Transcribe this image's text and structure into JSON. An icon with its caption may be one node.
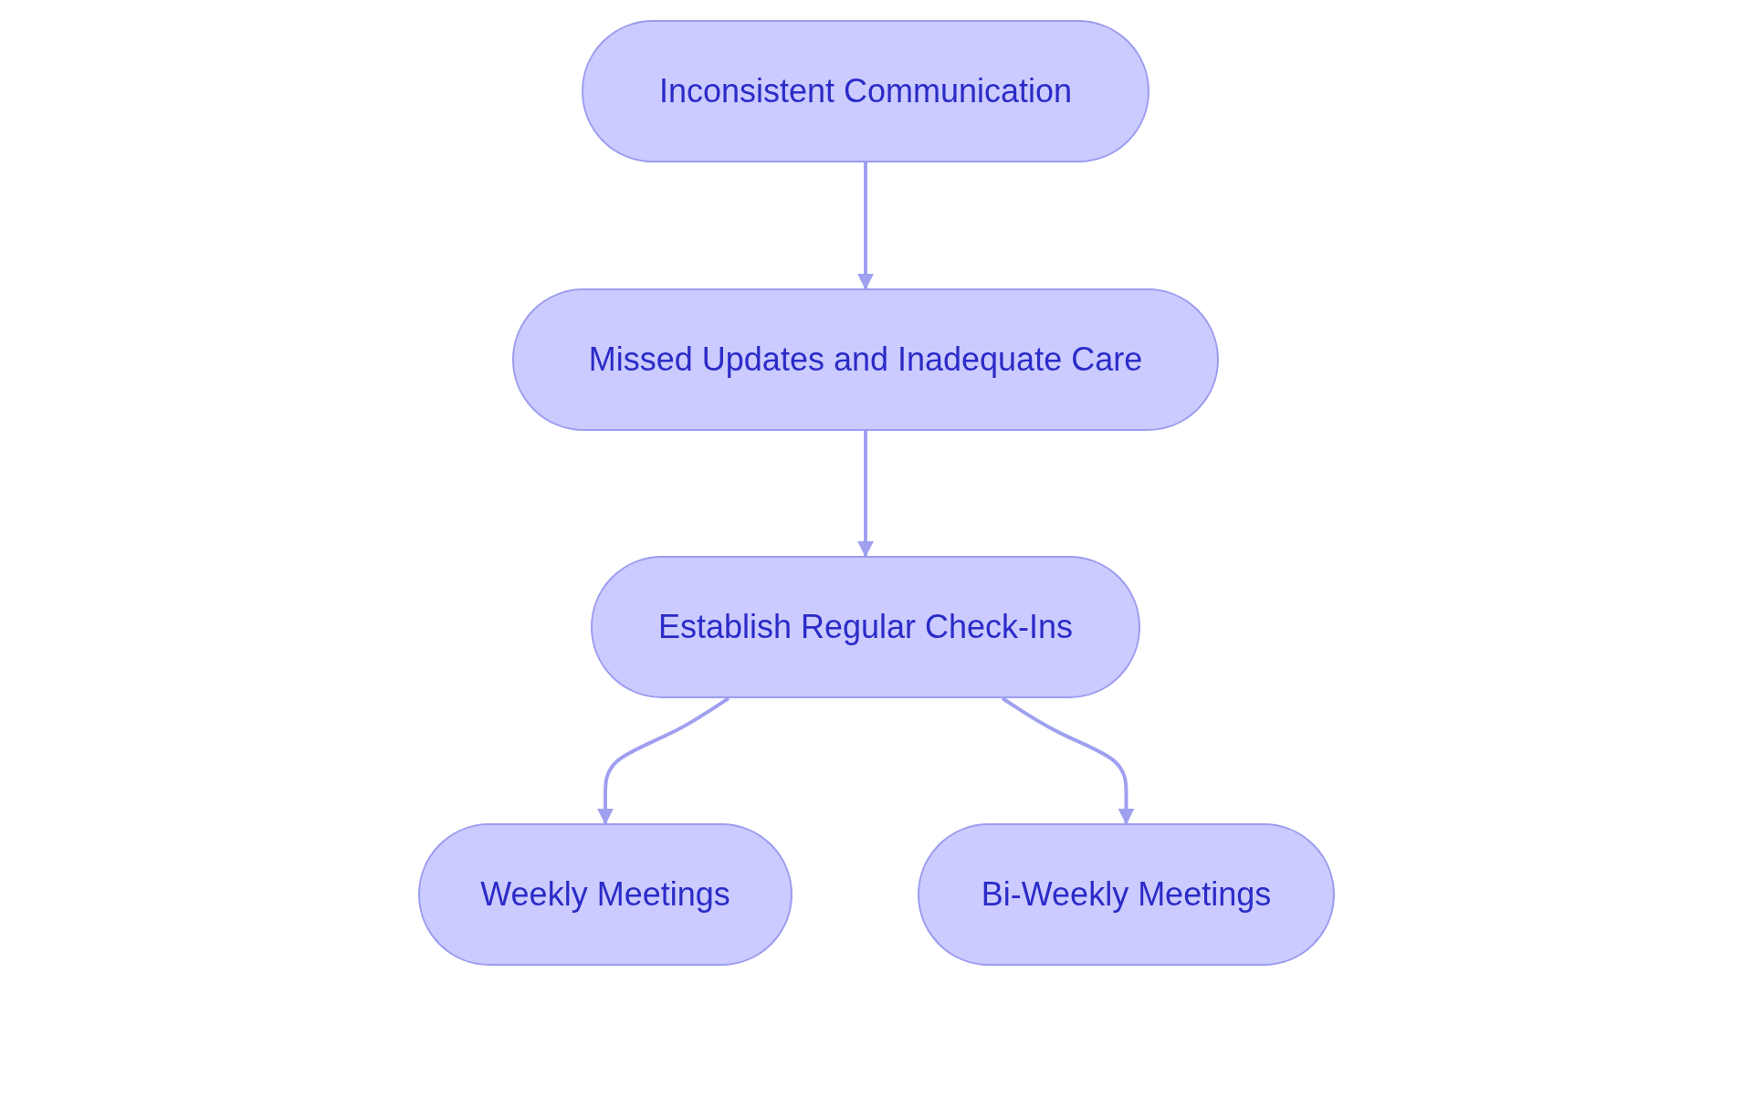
{
  "diagram": {
    "nodes": [
      {
        "text": [
          "Inconsistent Communication"
        ]
      },
      {
        "text": [
          "Missed Updates and Inadequate Care"
        ]
      },
      {
        "text": [
          "Establish Regular Check-Ins"
        ]
      },
      {
        "text": [
          "Weekly Meetings"
        ]
      },
      {
        "text": [
          "Bi-Weekly Meetings"
        ]
      }
    ],
    "edges": [
      {
        "from": 0,
        "to": 1,
        "arrow": "to"
      },
      {
        "from": 1,
        "to": 2,
        "arrow": "to"
      },
      {
        "from": 2,
        "to": 3,
        "arrow": "to"
      },
      {
        "from": 2,
        "to": 4,
        "arrow": "to"
      }
    ]
  }
}
